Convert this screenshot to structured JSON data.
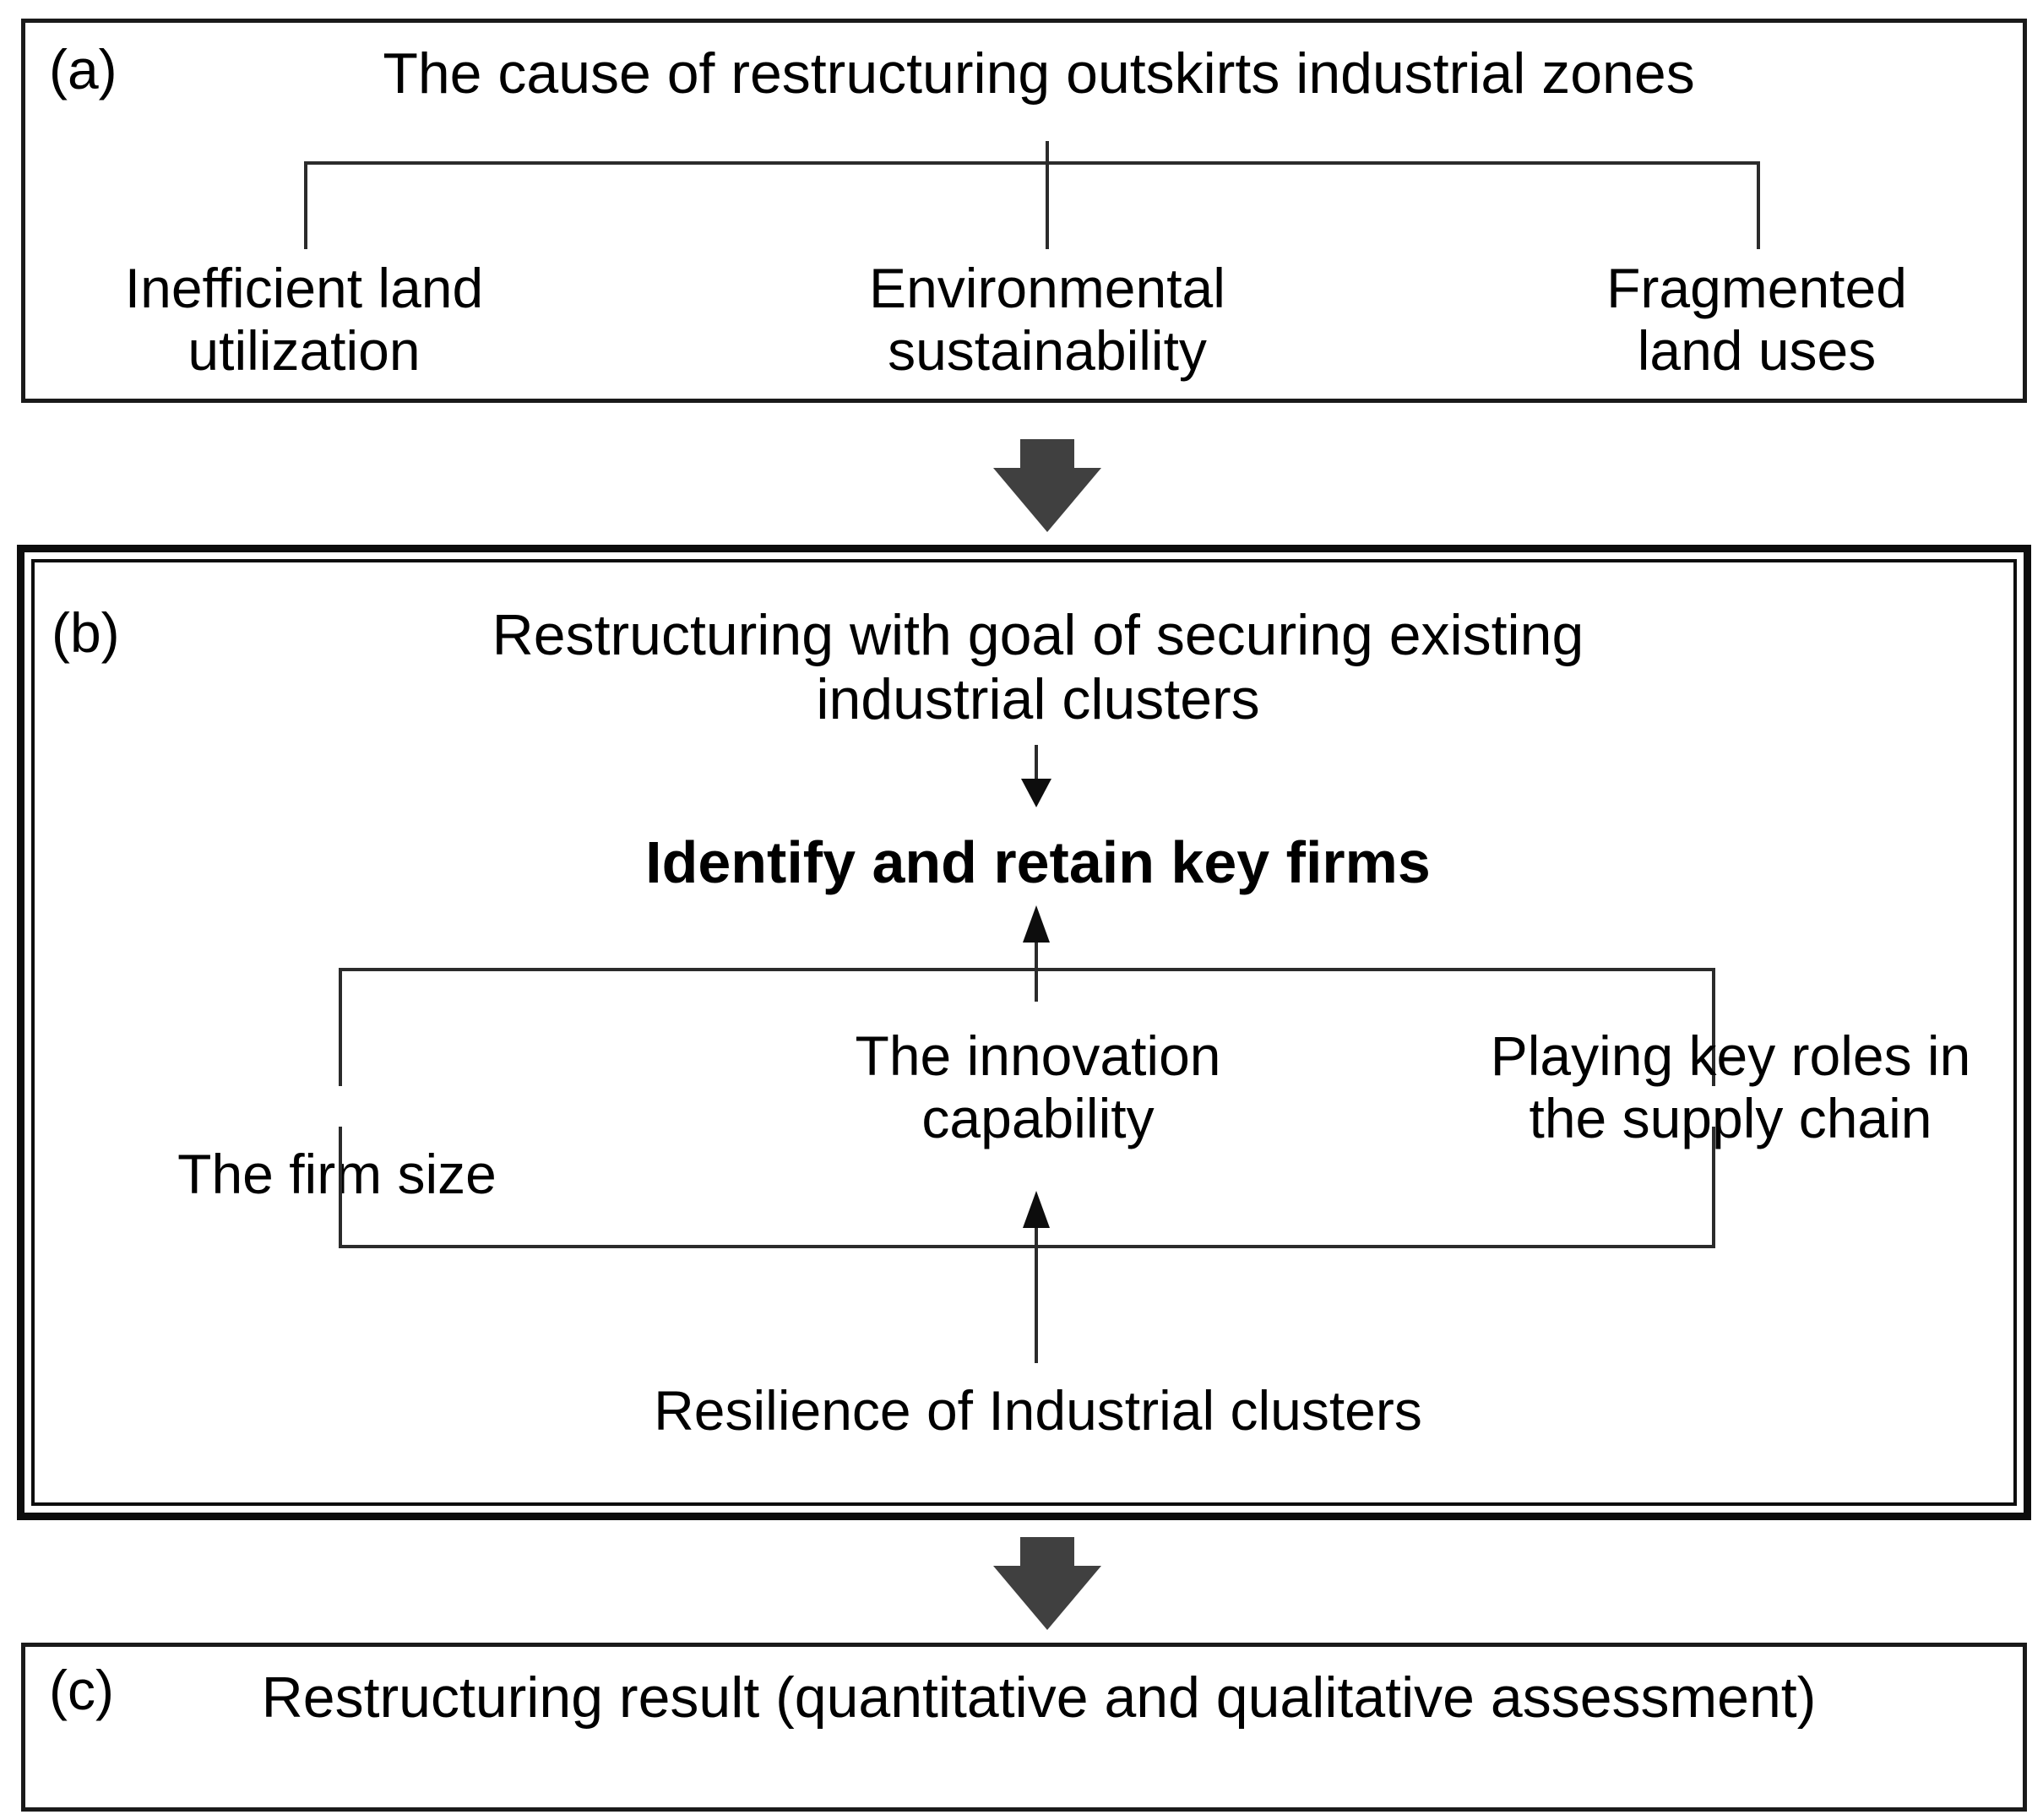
{
  "figure": {
    "type": "flowchart",
    "orientation": "vertical",
    "panels": [
      {
        "tag": "(a)",
        "title": "The cause of restructuring outskirts industrial zones",
        "children": [
          "Inefficient land\nutilization",
          "Environmental\nsustainability",
          "Fragmented\nland uses"
        ]
      },
      {
        "tag": "(b)",
        "title": "Restructuring with goal of securing existing\nindustrial clusters",
        "focus": "Identify and retain key firms",
        "children": [
          "The firm size",
          "The innovation\ncapability",
          "Playing key roles in\nthe supply chain"
        ],
        "source": "Resilience of Industrial clusters"
      },
      {
        "tag": "(c)",
        "title": "Restructuring result (quantitative and qualitative assessment)"
      }
    ]
  },
  "panel_a": {
    "tag": "(a)",
    "title": "The cause of restructuring outskirts industrial zones",
    "item_left": "Inefficient land\nutilization",
    "item_center": "Environmental\nsustainability",
    "item_right": "Fragmented\nland uses"
  },
  "panel_b": {
    "tag": "(b)",
    "title": "Restructuring with goal of securing existing\nindustrial clusters",
    "focus": "Identify and retain key firms",
    "item_left": "The firm size",
    "item_center": "The innovation\ncapability",
    "item_right": "Playing key roles in\nthe supply chain",
    "source": "Resilience of Industrial clusters"
  },
  "panel_c": {
    "tag": "(c)",
    "title": "Restructuring result (quantitative and qualitative assessment)"
  },
  "connectors": {
    "arrow_a_to_b": "down-block-arrow",
    "arrow_b_to_c": "down-block-arrow",
    "arrow_title_to_focus": "down-arrow",
    "arrow_factors_to_focus": "up-arrow",
    "arrow_source_to_factors": "up-arrow"
  },
  "colors": {
    "stroke": "#1a1a1a",
    "block_arrow": "#404040",
    "background": "#ffffff",
    "text": "#000000"
  }
}
